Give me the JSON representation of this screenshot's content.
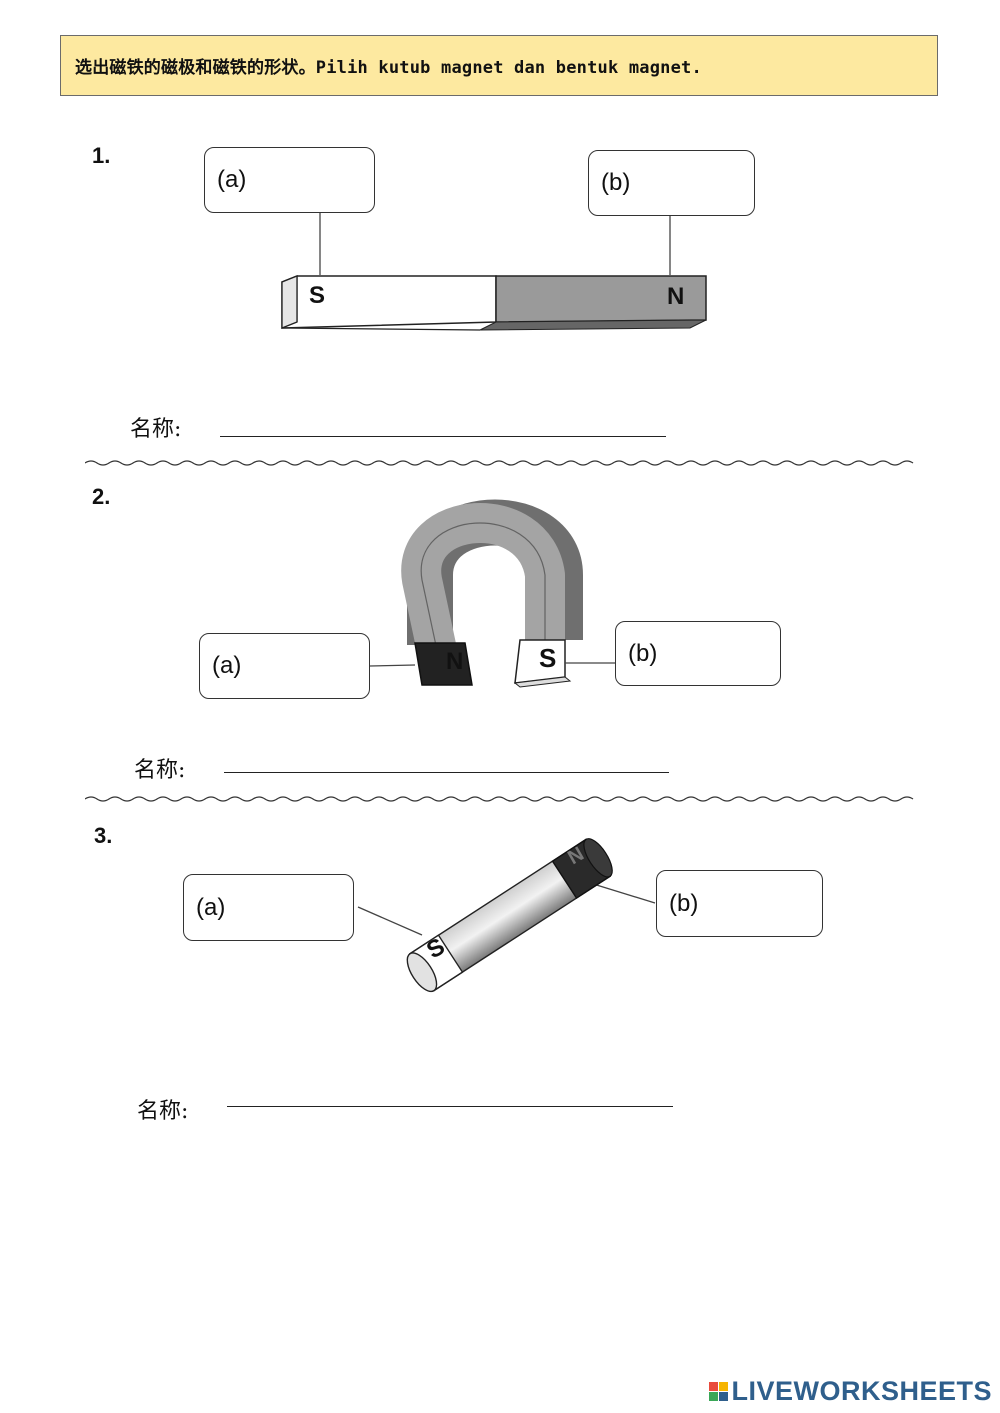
{
  "instruction": "选出磁铁的磁极和磁铁的形状。Pilih kutub magnet dan bentuk magnet.",
  "questions": [
    {
      "number": "1.",
      "label_a": "(a)",
      "label_b": "(b)",
      "name_label": "名称:",
      "pole_left": "S",
      "pole_right": "N"
    },
    {
      "number": "2.",
      "label_a": "(a)",
      "label_b": "(b)",
      "name_label": "名称:",
      "pole_left": "N",
      "pole_right": "S"
    },
    {
      "number": "3.",
      "label_a": "(a)",
      "label_b": "(b)",
      "name_label": "名称:",
      "pole_left": "S",
      "pole_right": "N"
    }
  ],
  "footer": {
    "brand": "LIVEWORKSHEETS"
  },
  "colors": {
    "banner": "#fde9a0",
    "magnet_gray": "#9a9a9a",
    "magnet_dark": "#2a2a2a",
    "brand": "#2f5f8c"
  }
}
